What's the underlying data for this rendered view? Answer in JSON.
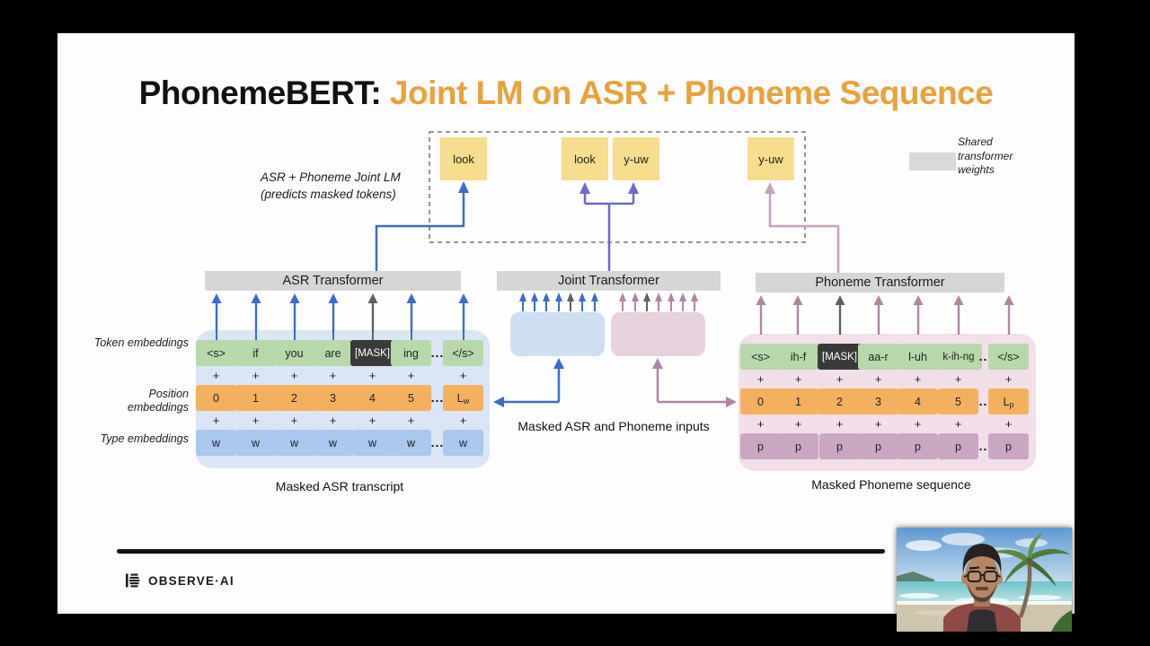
{
  "title": {
    "black": "PhonemeBERT:",
    "orange": " Joint LM on ASR + Phoneme Sequence"
  },
  "annotations": {
    "joint_lm_line1": "ASR + Phoneme Joint LM",
    "joint_lm_line2": "(predicts masked tokens)",
    "legend_line1": "Shared",
    "legend_line2": "transformer",
    "legend_line3": "weights",
    "masked_inputs": "Masked ASR and Phoneme inputs",
    "masked_asr_caption": "Masked ASR transcript",
    "masked_phoneme_caption": "Masked Phoneme sequence"
  },
  "predictions": {
    "p1": "look",
    "p2": "look",
    "p3": "y-uw",
    "p4": "y-uw"
  },
  "transformers": {
    "asr": "ASR Transformer",
    "joint": "Joint Transformer",
    "phoneme": "Phoneme Transformer"
  },
  "row_labels": {
    "token": "Token embeddings",
    "position": "Position embeddings",
    "type": "Type embeddings"
  },
  "asr": {
    "tokens": [
      "<s>",
      "if",
      "you",
      "are",
      "[MASK]",
      "ing",
      "</s>"
    ],
    "positions": [
      "0",
      "1",
      "2",
      "3",
      "4",
      "5"
    ],
    "last_position": {
      "main": "L",
      "sub": "w"
    },
    "type_char": "w"
  },
  "phoneme": {
    "tokens": [
      "<s>",
      "ih-f",
      "[MASK]",
      "aa-r",
      "l-uh",
      "k-ih-ng",
      "</s>"
    ],
    "positions": [
      "0",
      "1",
      "2",
      "3",
      "4",
      "5"
    ],
    "last_position": {
      "main": "L",
      "sub": "p"
    },
    "type_char": "p"
  },
  "symbols": {
    "plus": "+",
    "ellipsis": "..."
  },
  "footer": {
    "brand": "OBSERVE·AI"
  },
  "colors": {
    "title_accent": "#E9A23B",
    "arrow_blue": "#3B6BD0",
    "arrow_purple": "#6B6BC8",
    "arrow_pink": "#B184A4",
    "arrow_pink_light": "#C7A2BE",
    "arrow_dark": "#5F5F5F",
    "token_green": "#B7D9A9",
    "position_orange": "#F3B160",
    "type_blue": "#A9C8EC",
    "type_pink": "#CBA6C3",
    "prediction_yellow": "#F7DD8D",
    "transformer_bar_gray": "#D6D6D6",
    "asr_container_blue": "#DAE5F5",
    "phoneme_container_pink": "#F2DFE9"
  }
}
